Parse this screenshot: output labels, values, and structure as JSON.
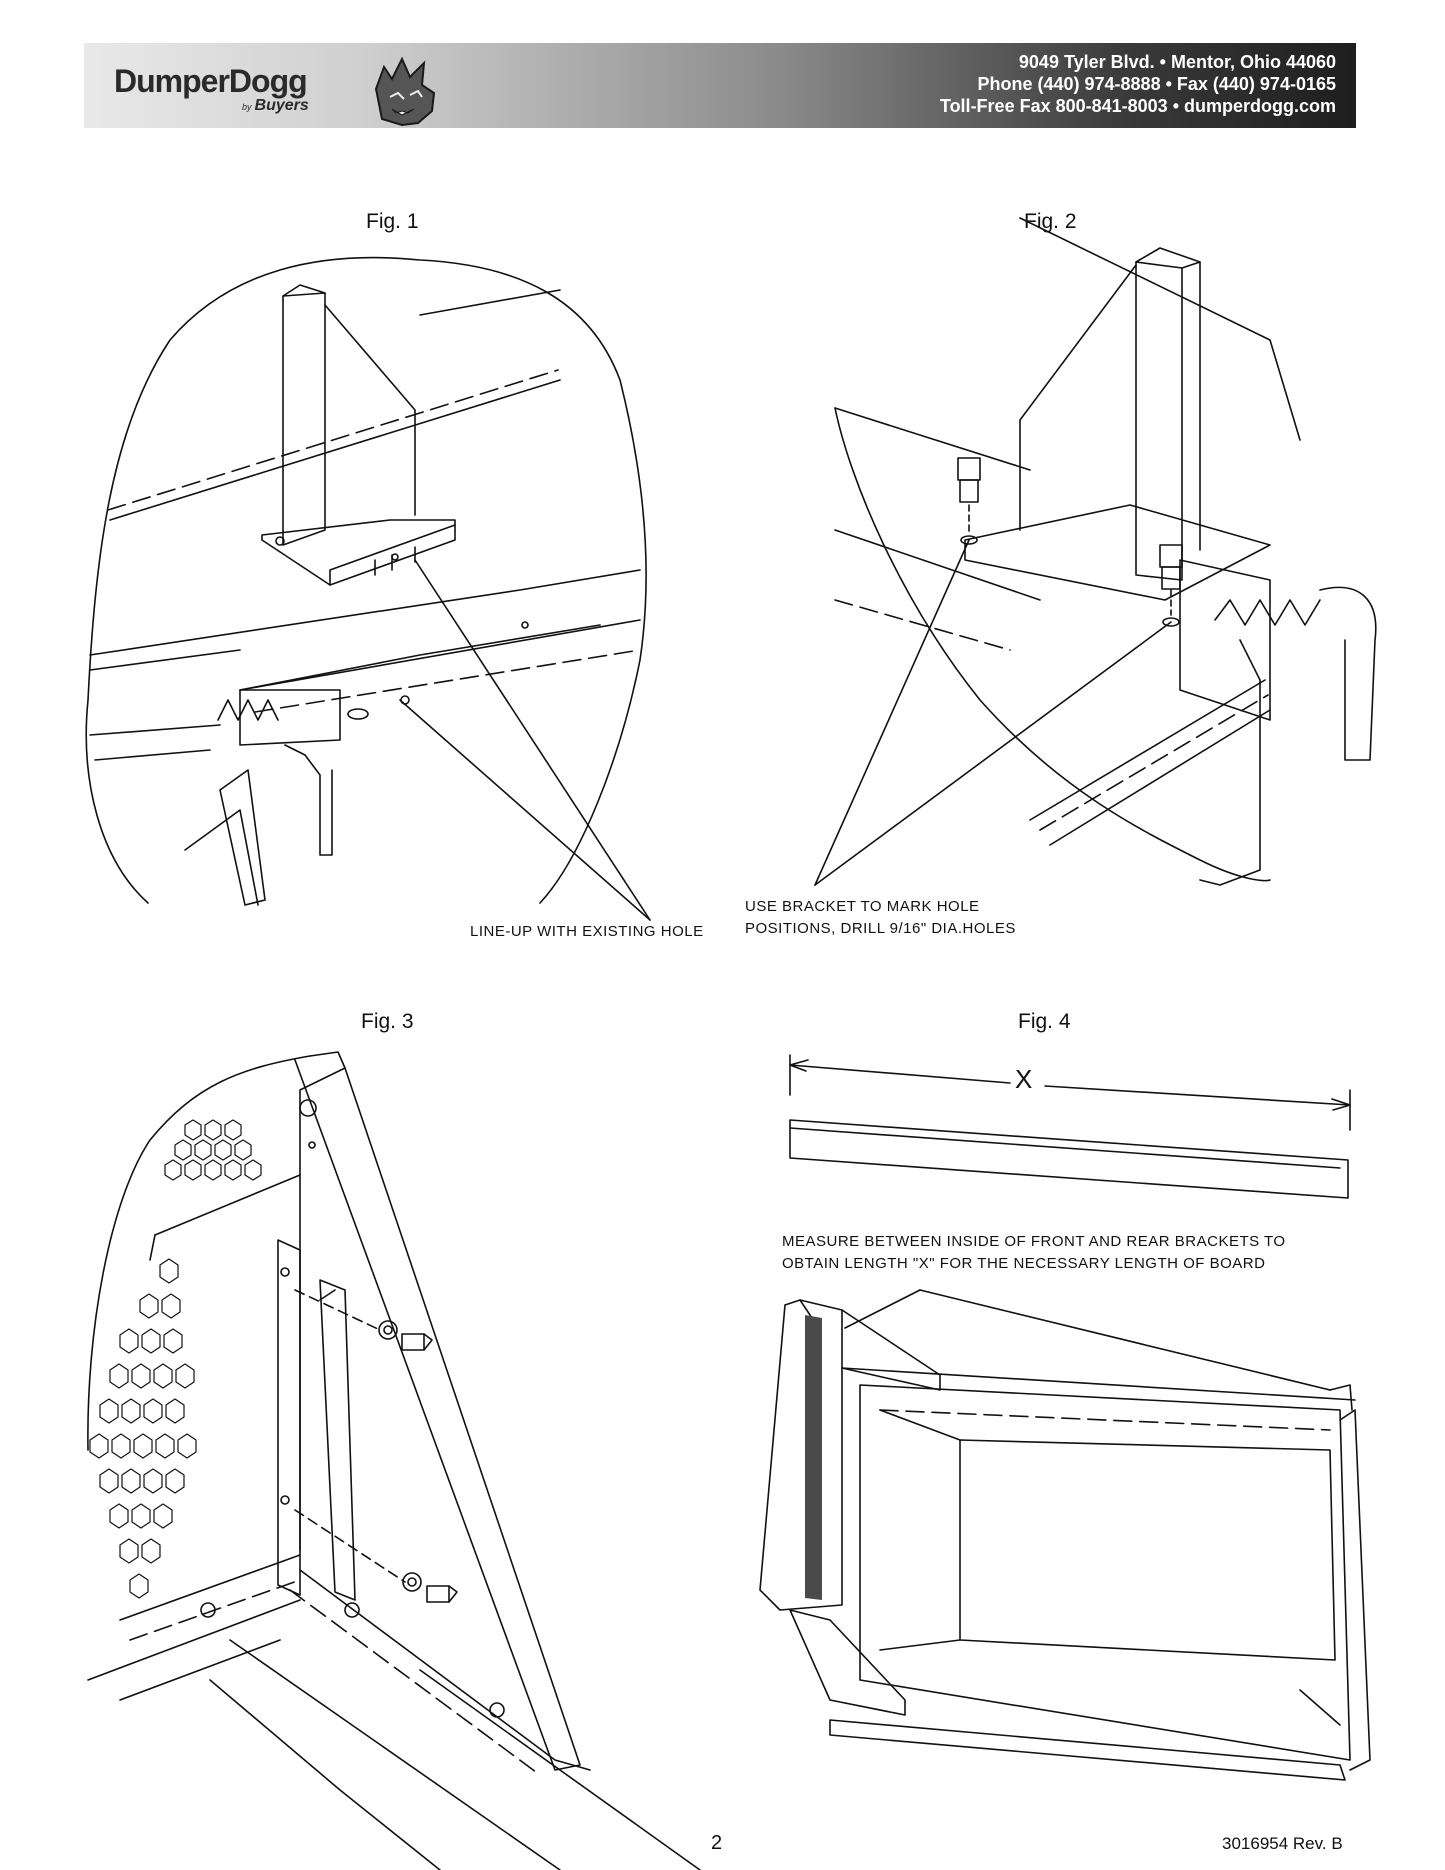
{
  "header": {
    "logo_text": "DumperDogg",
    "logo_by": "by",
    "logo_brand": "Buyers",
    "address_line1": "9049 Tyler Blvd. • Mentor, Ohio 44060",
    "address_line2": "Phone (440) 974-8888 • Fax (440) 974-0165",
    "address_line3": "Toll-Free Fax 800-841-8003 • dumperdogg.com"
  },
  "figures": {
    "fig1": {
      "title": "Fig. 1",
      "callout": "LINE-UP WITH EXISTING HOLE"
    },
    "fig2": {
      "title": "Fig. 2",
      "callout_line1": "USE BRACKET TO MARK HOLE",
      "callout_line2": "POSITIONS, DRILL 9/16\" DIA.HOLES"
    },
    "fig3": {
      "title": "Fig. 3"
    },
    "fig4": {
      "title": "Fig. 4",
      "dimension_label": "X",
      "callout_line1": "MEASURE BETWEEN INSIDE OF FRONT AND REAR BRACKETS TO",
      "callout_line2": "OBTAIN LENGTH \"X\" FOR THE NECESSARY LENGTH OF BOARD"
    }
  },
  "footer": {
    "page_number": "2",
    "doc_number": "3016954  Rev. B"
  },
  "colors": {
    "header_dark": "#1e1e1e",
    "header_light": "#e9e9e9",
    "line": "#111111"
  }
}
